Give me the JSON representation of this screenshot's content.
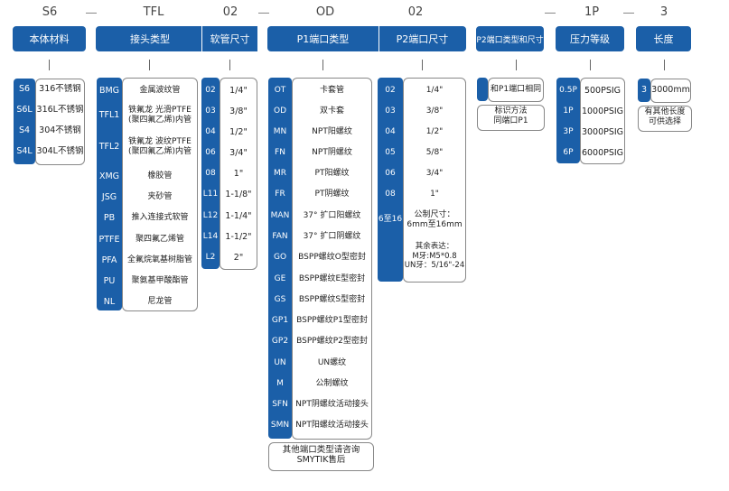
{
  "codes": [
    "S6",
    "TFL",
    "02",
    "OD",
    "02",
    "1P",
    "3"
  ],
  "headers": {
    "material": "本体材料",
    "connector": "接头类型",
    "hose": "软管尺寸",
    "p1": "P1端口类型",
    "p2": "P2端口尺寸",
    "p2type": "P2端口类型和尺寸",
    "pressure": "压力等级",
    "length": "长度"
  },
  "material": [
    {
      "code": "S6",
      "desc": "316不锈钢"
    },
    {
      "code": "S6L",
      "desc": "316L不锈钢"
    },
    {
      "code": "S4",
      "desc": "304不锈钢"
    },
    {
      "code": "S4L",
      "desc": "304L不锈钢"
    }
  ],
  "connector": [
    {
      "code": "BMG",
      "desc": "金属波纹管"
    },
    {
      "code": "TFL1",
      "desc": "铁氟龙 光滑PTFE\n(聚四氟乙烯)内管"
    },
    {
      "code": "TFL2",
      "desc": "铁氟龙 波纹PTFE\n(聚四氟乙烯)内管"
    },
    {
      "code": "XMG",
      "desc": "橡胶管"
    },
    {
      "code": "JSG",
      "desc": "夹砂管"
    },
    {
      "code": "PB",
      "desc": "推入连接式软管"
    },
    {
      "code": "PTFE",
      "desc": "聚四氟乙烯管"
    },
    {
      "code": "PFA",
      "desc": "全氟烷氧基树脂管"
    },
    {
      "code": "PU",
      "desc": "聚氨基甲酸酯管"
    },
    {
      "code": "NL",
      "desc": "尼龙管"
    }
  ],
  "hose": [
    {
      "code": "02",
      "desc": "1/4\""
    },
    {
      "code": "03",
      "desc": "3/8\""
    },
    {
      "code": "04",
      "desc": "1/2\""
    },
    {
      "code": "06",
      "desc": "3/4\""
    },
    {
      "code": "08",
      "desc": "1\""
    },
    {
      "code": "L11",
      "desc": "1-1/8\""
    },
    {
      "code": "L12",
      "desc": "1-1/4\""
    },
    {
      "code": "L14",
      "desc": "1-1/2\""
    },
    {
      "code": "L2",
      "desc": "2\""
    }
  ],
  "p1": [
    {
      "code": "OT",
      "desc": "卡套管"
    },
    {
      "code": "OD",
      "desc": "双卡套"
    },
    {
      "code": "MN",
      "desc": "NPT阳螺纹"
    },
    {
      "code": "FN",
      "desc": "NPT阴螺纹"
    },
    {
      "code": "MR",
      "desc": "PT阳螺纹"
    },
    {
      "code": "FR",
      "desc": "PT阴螺纹"
    },
    {
      "code": "MAN",
      "desc": "37° 扩口阳螺纹"
    },
    {
      "code": "FAN",
      "desc": "37° 扩口阴螺纹"
    },
    {
      "code": "GO",
      "desc": "BSPP螺纹O型密封"
    },
    {
      "code": "GE",
      "desc": "BSPP螺纹E型密封"
    },
    {
      "code": "GS",
      "desc": "BSPP螺纹S型密封"
    },
    {
      "code": "GP1",
      "desc": "BSPP螺纹P1型密封"
    },
    {
      "code": "GP2",
      "desc": "BSPP螺纹P2型密封"
    },
    {
      "code": "UN",
      "desc": "UN螺纹"
    },
    {
      "code": "M",
      "desc": "公制螺纹"
    },
    {
      "code": "SFN",
      "desc": "NPT阴螺纹活动接头"
    },
    {
      "code": "SMN",
      "desc": "NPT阳螺纹活动接头"
    }
  ],
  "p1_note": "其他端口类型请咨询\nSMYTIK售后",
  "p2": [
    {
      "code": "02",
      "desc": "1/4\""
    },
    {
      "code": "03",
      "desc": "3/8\""
    },
    {
      "code": "04",
      "desc": "1/2\""
    },
    {
      "code": "05",
      "desc": "5/8\""
    },
    {
      "code": "06",
      "desc": "3/4\""
    },
    {
      "code": "08",
      "desc": "1\""
    },
    {
      "code": "6至16",
      "desc": "公制尺寸：\n6mm至16mm"
    }
  ],
  "p2_note": "其余表达：\nM牙:M5*0.8\nUN牙：5/16\"-24",
  "p2type": {
    "desc": "和P1端口相同",
    "note": "标识方法\n同端口P1"
  },
  "pressure": [
    {
      "code": "0.5P",
      "desc": "500PSIG"
    },
    {
      "code": "1P",
      "desc": "1000PSIG"
    },
    {
      "code": "3P",
      "desc": "3000PSIG"
    },
    {
      "code": "6P",
      "desc": "6000PSIG"
    }
  ],
  "length": {
    "code": "3",
    "desc": "3000mm",
    "note": "有其他长度\n可供选择"
  },
  "colors": {
    "blue": "#1b5fa8",
    "white": "#ffffff"
  }
}
